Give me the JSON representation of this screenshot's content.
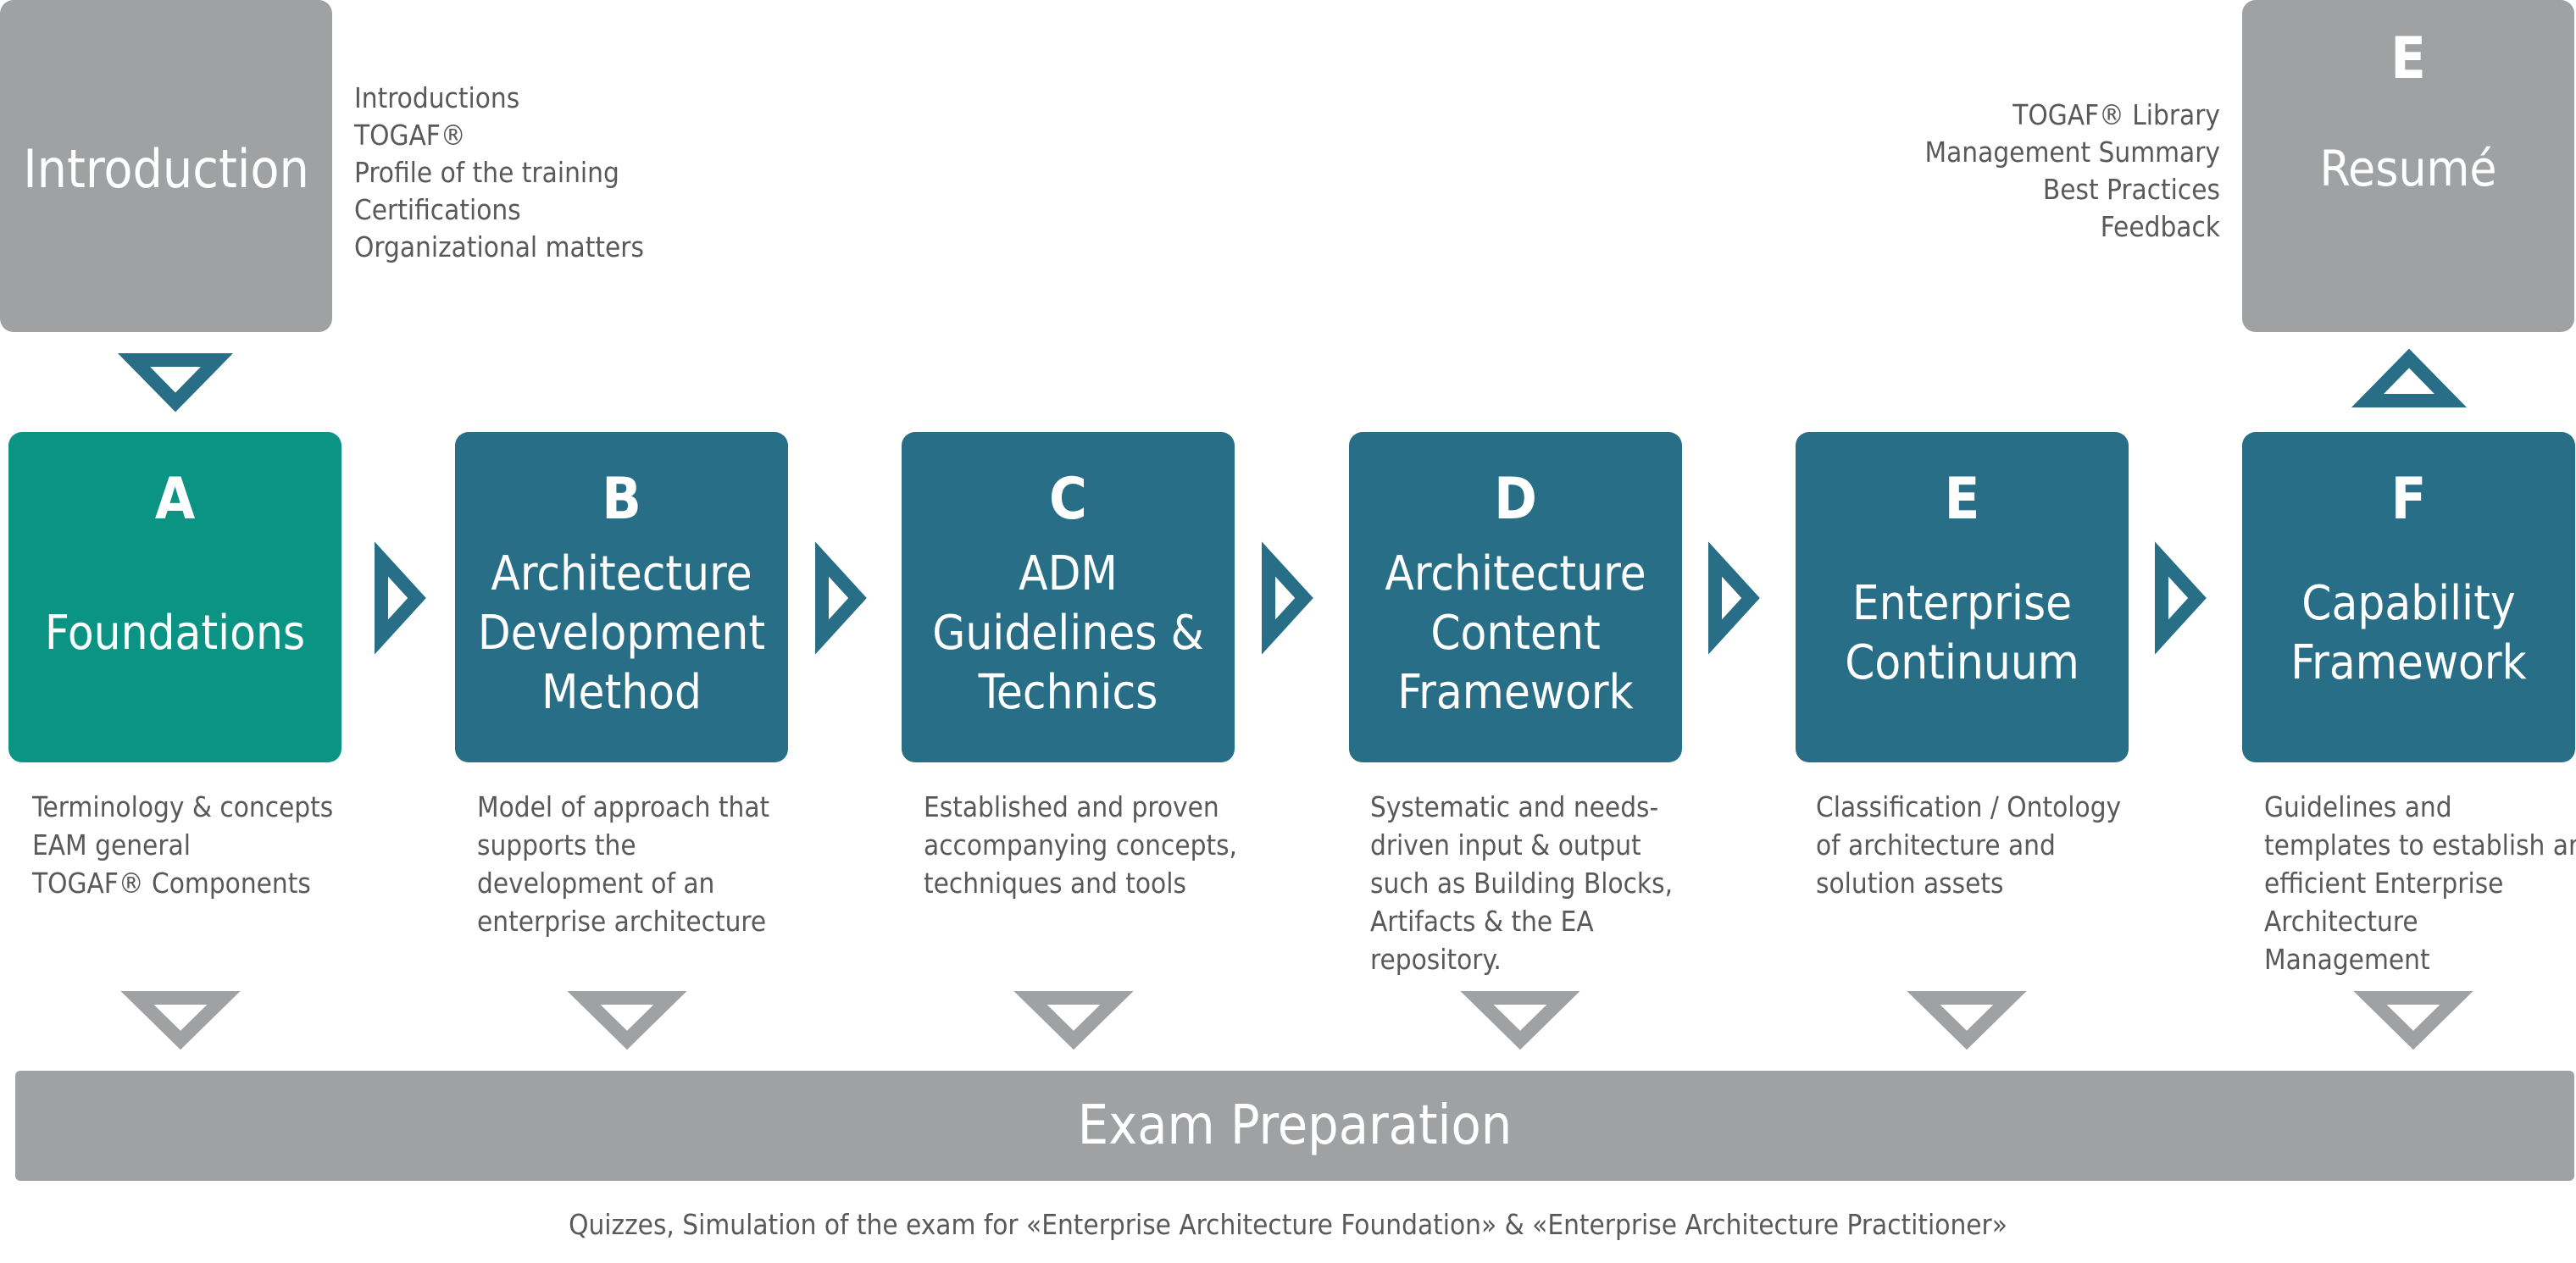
{
  "intro": {
    "title": "Introduction",
    "items": [
      "Introductions",
      "TOGAF®",
      "Profile of the training",
      "Certifications",
      "Organizational matters"
    ]
  },
  "resume": {
    "letter": "E",
    "title": "Resumé",
    "items": [
      "TOGAF® Library",
      "Management Summary",
      "Best Practices",
      "Feedback"
    ]
  },
  "modules": [
    {
      "letter": "A",
      "title": "Foundations",
      "desc": [
        "Terminology & concepts",
        "EAM general",
        "TOGAF® Components"
      ]
    },
    {
      "letter": "B",
      "title": "Architecture Development Method",
      "desc": [
        "Model of approach that supports the development of an enterprise architecture"
      ]
    },
    {
      "letter": "C",
      "title": "ADM Guidelines & Technics",
      "desc": [
        "Established and proven accompanying concepts, techniques and tools"
      ]
    },
    {
      "letter": "D",
      "title": "Architecture Content Framework",
      "desc": [
        "Systematic and needs-driven input & output such as Building Blocks, Artifacts & the EA repository."
      ]
    },
    {
      "letter": "E",
      "title": "Enterprise Continuum",
      "desc": [
        "Classification / Ontology of architecture and solution assets"
      ]
    },
    {
      "letter": "F",
      "title": "Capability Framework",
      "desc": [
        "Guidelines and templates to establish an efficient Enterprise Architecture Management"
      ]
    }
  ],
  "exam": {
    "title": "Exam Preparation",
    "subtitle": "Quizzes, Simulation of the exam for «Enterprise Architecture Foundation» & «Enterprise Architecture Practitioner»"
  },
  "colors": {
    "grey": "#a0a1a3",
    "teal": "#0b9483",
    "blue": "#286e86",
    "text": "#59595b"
  }
}
